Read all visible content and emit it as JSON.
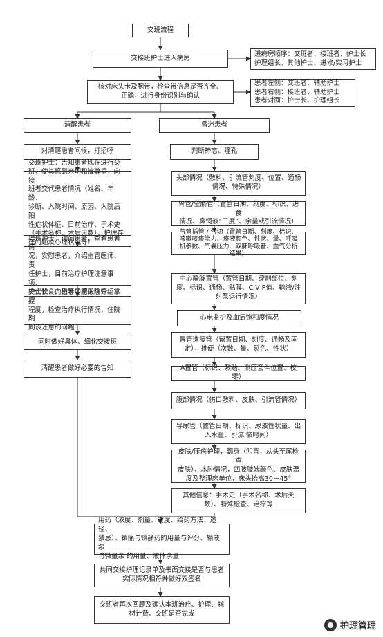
{
  "nodes": {
    "start": "交班流程",
    "enter": "交接班护士进入病房",
    "enter_note": "进病房顺序：交班者、接班者、护士长\n护理组长、其他护士、进修/实习护士",
    "identify": "核对床头卡及腕带，检查带信息是否齐全、\n正确，进行身份识别与确认",
    "identify_note": "患者左侧：交班者、辅助护士\n患者右侧：接班者、辅助护士\n患者对面：护士长、护理组长",
    "conscious": "清醒患者",
    "comatose": "昏迷患者",
    "c1": "对清醒患者问候，打招呼",
    "c2": "交班护士：告知患者现在进行交\n班，使其感到亲切和被尊重，向接\n班者交代患者情况（姓名、年龄、\n诊断、入院时间、原因、入院后阳\n性症状体征、目前治疗、手术史\n（手术名称、术后天数）、护理存\n在问题及心理状况等）",
    "c3": "接班护士：询问患者，查看患者情\n况，安慰患者，介绍主管医师、责\n任护士，目前治疗护理注意事项、\n交代饮食、指导功能锻炼等",
    "c4": "护士长：向患者了解入院介绍掌握\n程度，检查治疗执行情况，住院期\n间该注意的问题",
    "c5": "同时做好具体、细化交接班",
    "c6": "清醒患者做好必要的告知",
    "m1": "判断神志、瞳孔",
    "m2": "头部情况（敷料、引流管刻度、位置、通畅\n情况、特殊情况）",
    "m3": "胃管/空肠管（置管日期、刻度、标识、进食\n情况、鼻饲液“三度”、余量或引流情况）",
    "m4": "气管插管 / 气切（置管日期、刻度、标识、\n咳嗽咳痰能力、痰液颜色、性状、量、呼吸\n机参数、气囊压力、双肺呼吸音、血气分析\n结果）",
    "m5": "中心静脉置管（置管日期、穿刺部位、刻\n度、标识、通畅、贴膜、C V P值、输液/注\n射泵运行情况）",
    "m6": "心电监护及血氧饱和度情况",
    "m7": "胃管造瘘管（留置日期、刻度、通畅及固\n定），排便（次数、量、颜色、性状）",
    "m8": "A置管（标识、敷贴、测压套件位置、校零）",
    "m9": "腹部情况（伤口敷料、皮肤、引流管情况）",
    "m10": "导尿管（置管日期、标识、尿液性状量、出\n入水量、引流 袋时间）",
    "m11": "皮肤/压疮护理，翻身（叩背，从头至尾检查\n皮肤）、水肿情况，四肢肢端颜色、皮肤温\n度及整理床单位，床头抬高30－45°",
    "m12": "其他信息：手术史（手术名称、术后天\n数）、特殊检查、治疗等",
    "b1": "用药（浓度、剂量、速度、给药方法、途径、\n禁忌）、镇痛与镇静药的用量与评分、输液泵\n与微量泵 的用量、液体余量",
    "b2": "共同交接护理记录单及书面交接是否与患者\n实际情况相符并做好双签名",
    "b3": "交班者再次回顾及确认本班治疗、护理、耗\n材计费、交班是否完成"
  },
  "watermark": "护理管理",
  "logo_icon": "wechat-logo-icon"
}
